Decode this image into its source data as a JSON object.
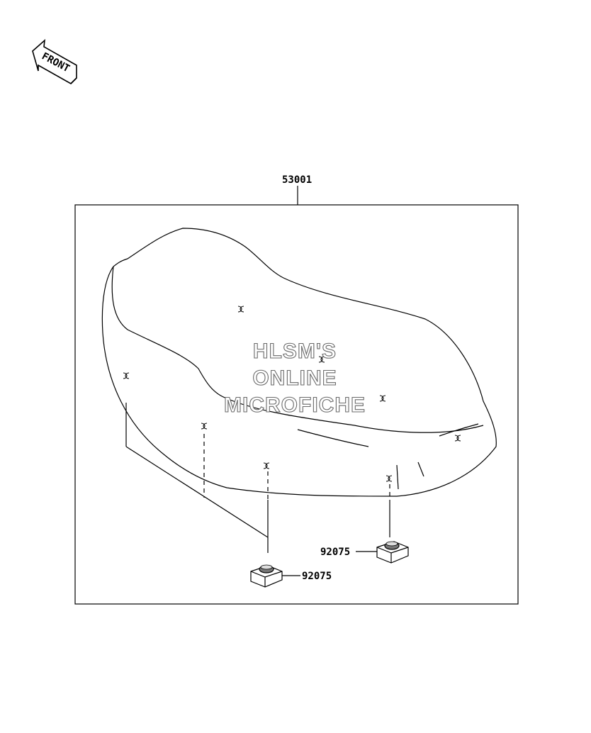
{
  "front_arrow": {
    "label": "FRONT"
  },
  "callouts": {
    "assembly": "53001",
    "part_right": "92075",
    "part_left": "92075"
  },
  "watermark": [
    "HLSM'S",
    "ONLINE",
    "MICROFICHE"
  ]
}
